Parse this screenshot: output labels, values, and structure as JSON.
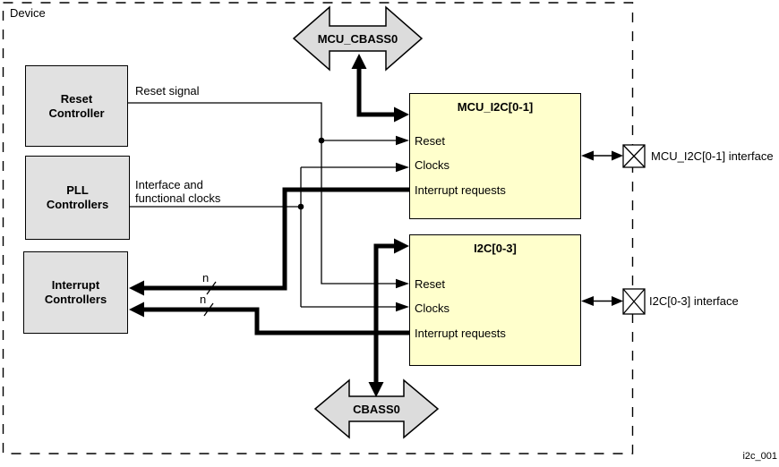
{
  "device_label": "Device",
  "figure_id": "i2c_001",
  "colors": {
    "block_fill": "#FFFFCC",
    "controller_fill": "#E1E1E1",
    "bus_fill": "#DCDCDC",
    "line": "#000000"
  },
  "controllers": [
    {
      "label": "Reset Controller"
    },
    {
      "label": "PLL Controllers"
    },
    {
      "label": "Interrupt Controllers"
    }
  ],
  "signals": {
    "reset": "Reset signal",
    "clocks": "Interface and functional clocks"
  },
  "bus_width_labels": [
    "n",
    "n"
  ],
  "buses": [
    {
      "label": "MCU_CBASS0"
    },
    {
      "label": "CBASS0"
    }
  ],
  "blocks": [
    {
      "title": "MCU_I2C[0-1]",
      "ports": [
        "Reset",
        "Clocks",
        "Interrupt requests"
      ],
      "interface": "MCU_I2C[0-1] interface"
    },
    {
      "title": "I2C[0-3]",
      "ports": [
        "Reset",
        "Clocks",
        "Interrupt requests"
      ],
      "interface": "I2C[0-3] interface"
    }
  ]
}
